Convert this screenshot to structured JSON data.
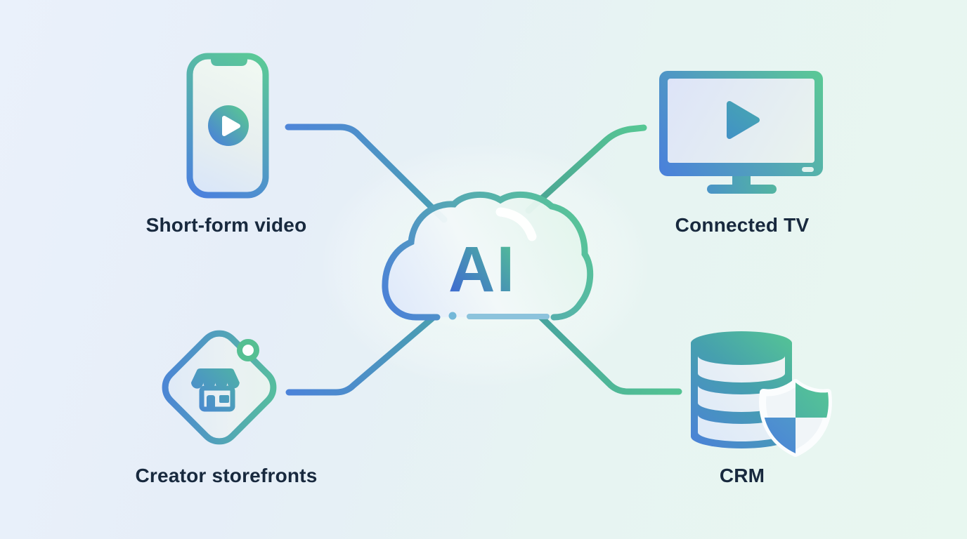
{
  "diagram": {
    "type": "hub-and-spoke",
    "center": {
      "label": "AI",
      "icon": "cloud-icon"
    },
    "nodes": [
      {
        "id": "short-form-video",
        "label": "Short-form video",
        "icon": "smartphone-play-icon",
        "position": "top-left"
      },
      {
        "id": "connected-tv",
        "label": "Connected TV",
        "icon": "tv-play-icon",
        "position": "top-right"
      },
      {
        "id": "creator-storefronts",
        "label": "Creator storefronts",
        "icon": "price-tag-storefront-icon",
        "position": "bottom-left"
      },
      {
        "id": "crm",
        "label": "CRM",
        "icon": "database-shield-icon",
        "position": "bottom-right"
      }
    ],
    "connectors": [
      {
        "from": "short-form-video",
        "to": "center"
      },
      {
        "from": "center",
        "to": "connected-tv"
      },
      {
        "from": "creator-storefronts",
        "to": "center"
      },
      {
        "from": "center",
        "to": "crm"
      }
    ],
    "colors": {
      "accent_blue": "#4b82d8",
      "accent_green": "#57c795",
      "accent_teal": "#4aa3b2",
      "label_text": "#18293e",
      "background_blue": "#eaf1fb",
      "background_mint": "#e8f7f0",
      "highlight_white": "#ffffff"
    }
  }
}
